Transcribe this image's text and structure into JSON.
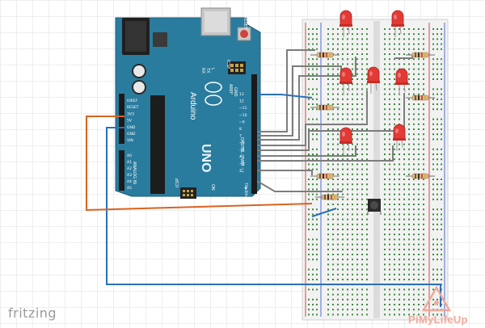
{
  "app": {
    "brand": "fritzing",
    "watermark": "PiMyLifeUp"
  },
  "arduino": {
    "model": "UNO",
    "maker": "Arduino",
    "label_aref": "AREF",
    "label_gnd": "GND",
    "label_reset": "RESET",
    "label_icsp": "ICSP",
    "label_on": "ON",
    "label_l": "L",
    "label_tx": "TX",
    "label_rx": "RX",
    "label_digital": "DIGITAL (PWM ~)",
    "label_analog": "ANALOG IN",
    "label_tx_pin": "TX▶1",
    "label_rx_pin": "RX◀0",
    "power_pins": [
      "IOREF",
      "RESET",
      "3V3",
      "5V",
      "GND",
      "GND",
      "VIN"
    ],
    "analog_pins": [
      "A0",
      "A1",
      "A2",
      "A3",
      "A4",
      "A5"
    ],
    "digital_pins": [
      "13",
      "12",
      "~11",
      "~10",
      "~9",
      "8",
      "7",
      "~6",
      "~5",
      "4",
      "~3",
      "2"
    ]
  },
  "colors": {
    "board": "#2a7c9e",
    "board_dark": "#1f6583",
    "breadboard": "#f3f3f3",
    "wire_blue": "#2a70b8",
    "wire_orange": "#d8631f",
    "wire_gray": "#7d7d7d",
    "led": "#e23a35",
    "rail_red": "#d44848",
    "rail_blue": "#4a6fd0",
    "hole": "#3c8a3e"
  }
}
